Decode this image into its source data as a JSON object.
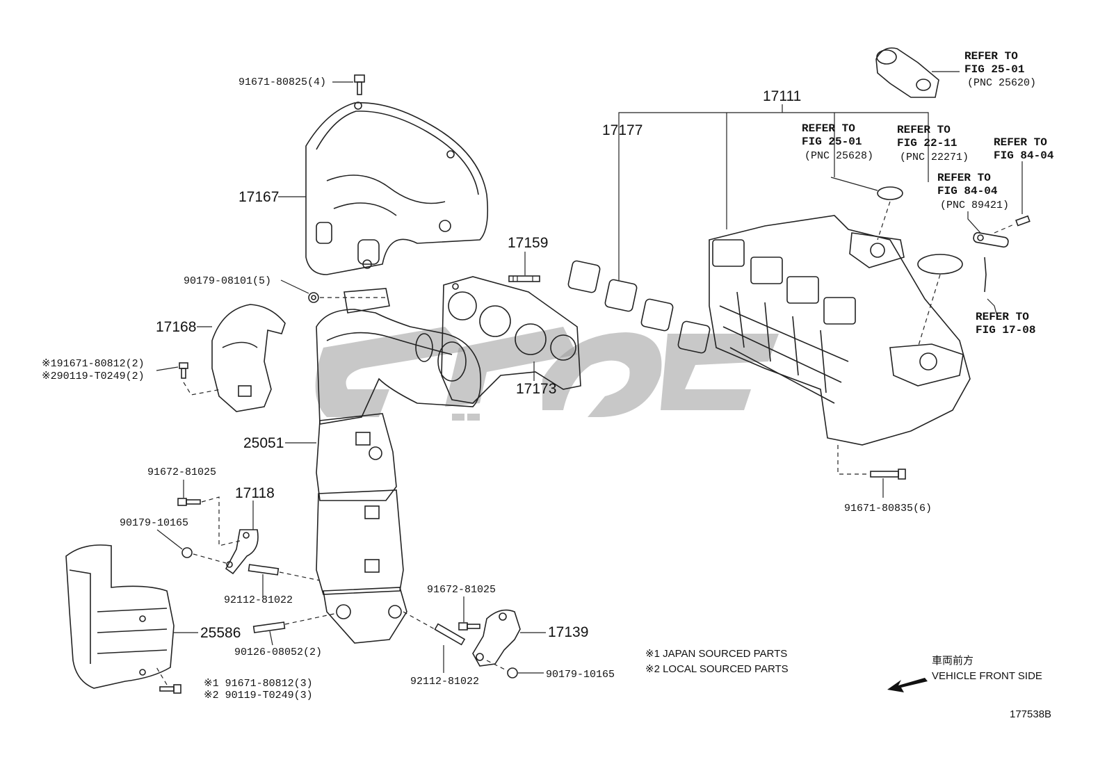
{
  "diagram_code": "177538B",
  "parts": {
    "p17111": "17111",
    "p17177": "17177",
    "p17167": "17167",
    "p17159": "17159",
    "p17168": "17168",
    "p17173": "17173",
    "p25051": "25051",
    "p17118": "17118",
    "p25586": "25586",
    "p17139": "17139"
  },
  "fasteners": {
    "f1": "91671-80825(4)",
    "f2": "90179-08101(5)",
    "f3a": "※191671-80812(2)",
    "f3b": "※290119-T0249(2)",
    "f4": "91672-81025",
    "f5": "90179-10165",
    "f6": "92112-81022",
    "f7": "90126-08052(2)",
    "f8a": "※1 91671-80812(3)",
    "f8b": "※2 90119-T0249(3)",
    "f9": "91672-81025",
    "f10": "92112-81022",
    "f11": "90179-10165",
    "f12": "91671-80835(6)"
  },
  "references": {
    "r1": [
      "REFER TO",
      "FIG 25-01",
      "(PNC 25620)"
    ],
    "r2": [
      "REFER TO",
      "FIG 25-01",
      "(PNC 25628)"
    ],
    "r3": [
      "REFER TO",
      "FIG 22-11",
      "(PNC 22271)"
    ],
    "r4": [
      "REFER TO",
      "FIG 84-04"
    ],
    "r5": [
      "REFER TO",
      "FIG 84-04",
      "(PNC 89421)"
    ],
    "r6": [
      "REFER TO",
      "FIG 17-08"
    ]
  },
  "notes": {
    "japan": "※1 JAPAN SOURCED PARTS",
    "local": "※2 LOCAL SOURCED PARTS",
    "front_jp": "車両前方",
    "front_en": "VEHICLE FRONT SIDE"
  }
}
